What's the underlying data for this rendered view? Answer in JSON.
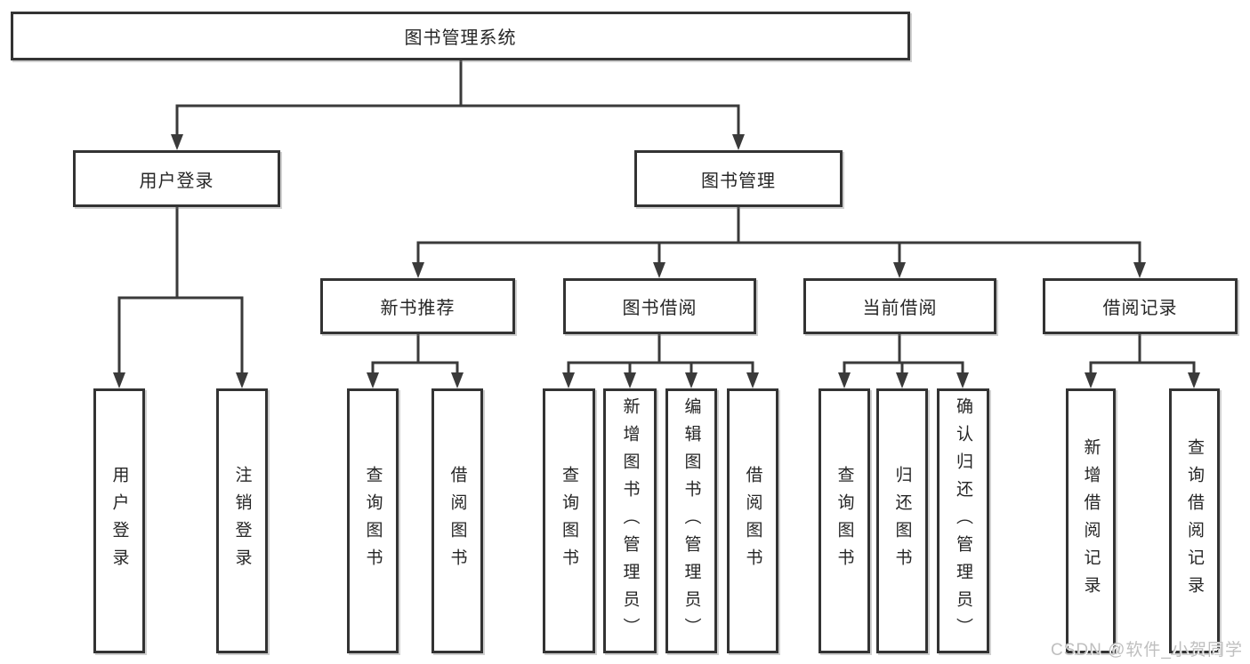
{
  "diagram": {
    "background_color": "#ffffff",
    "line_color": "#3a3a3a",
    "text_color": "#262626",
    "root": {
      "label": "图书管理系统"
    },
    "level2": [
      {
        "label": "用户登录",
        "children": [
          "用户登录",
          "注销登录"
        ]
      },
      {
        "label": "图书管理",
        "children": [
          "新书推荐",
          "图书借阅",
          "当前借阅",
          "借阅记录"
        ]
      }
    ],
    "level3": [
      {
        "label": "新书推荐",
        "children": [
          "查询图书",
          "借阅图书"
        ]
      },
      {
        "label": "图书借阅",
        "children": [
          "查询图书",
          "新增图书（管理员）",
          "编辑图书（管理员）",
          "借阅图书"
        ]
      },
      {
        "label": "当前借阅",
        "children": [
          "查询图书",
          "归还图书",
          "确认归还（管理员）"
        ]
      },
      {
        "label": "借阅记录",
        "children": [
          "新增借阅记录",
          "查询借阅记录"
        ]
      }
    ],
    "leaves": [
      "用户登录",
      "注销登录",
      "查询图书",
      "借阅图书",
      "查询图书",
      "新增图书（管理员）",
      "编辑图书（管理员）",
      "借阅图书",
      "查询图书",
      "归还图书",
      "确认归还（管理员）",
      "新增借阅记录",
      "查询借阅记录"
    ],
    "watermark": {
      "text": "CSDN @软件_小贺同学",
      "color": "#bfbfbf"
    }
  }
}
